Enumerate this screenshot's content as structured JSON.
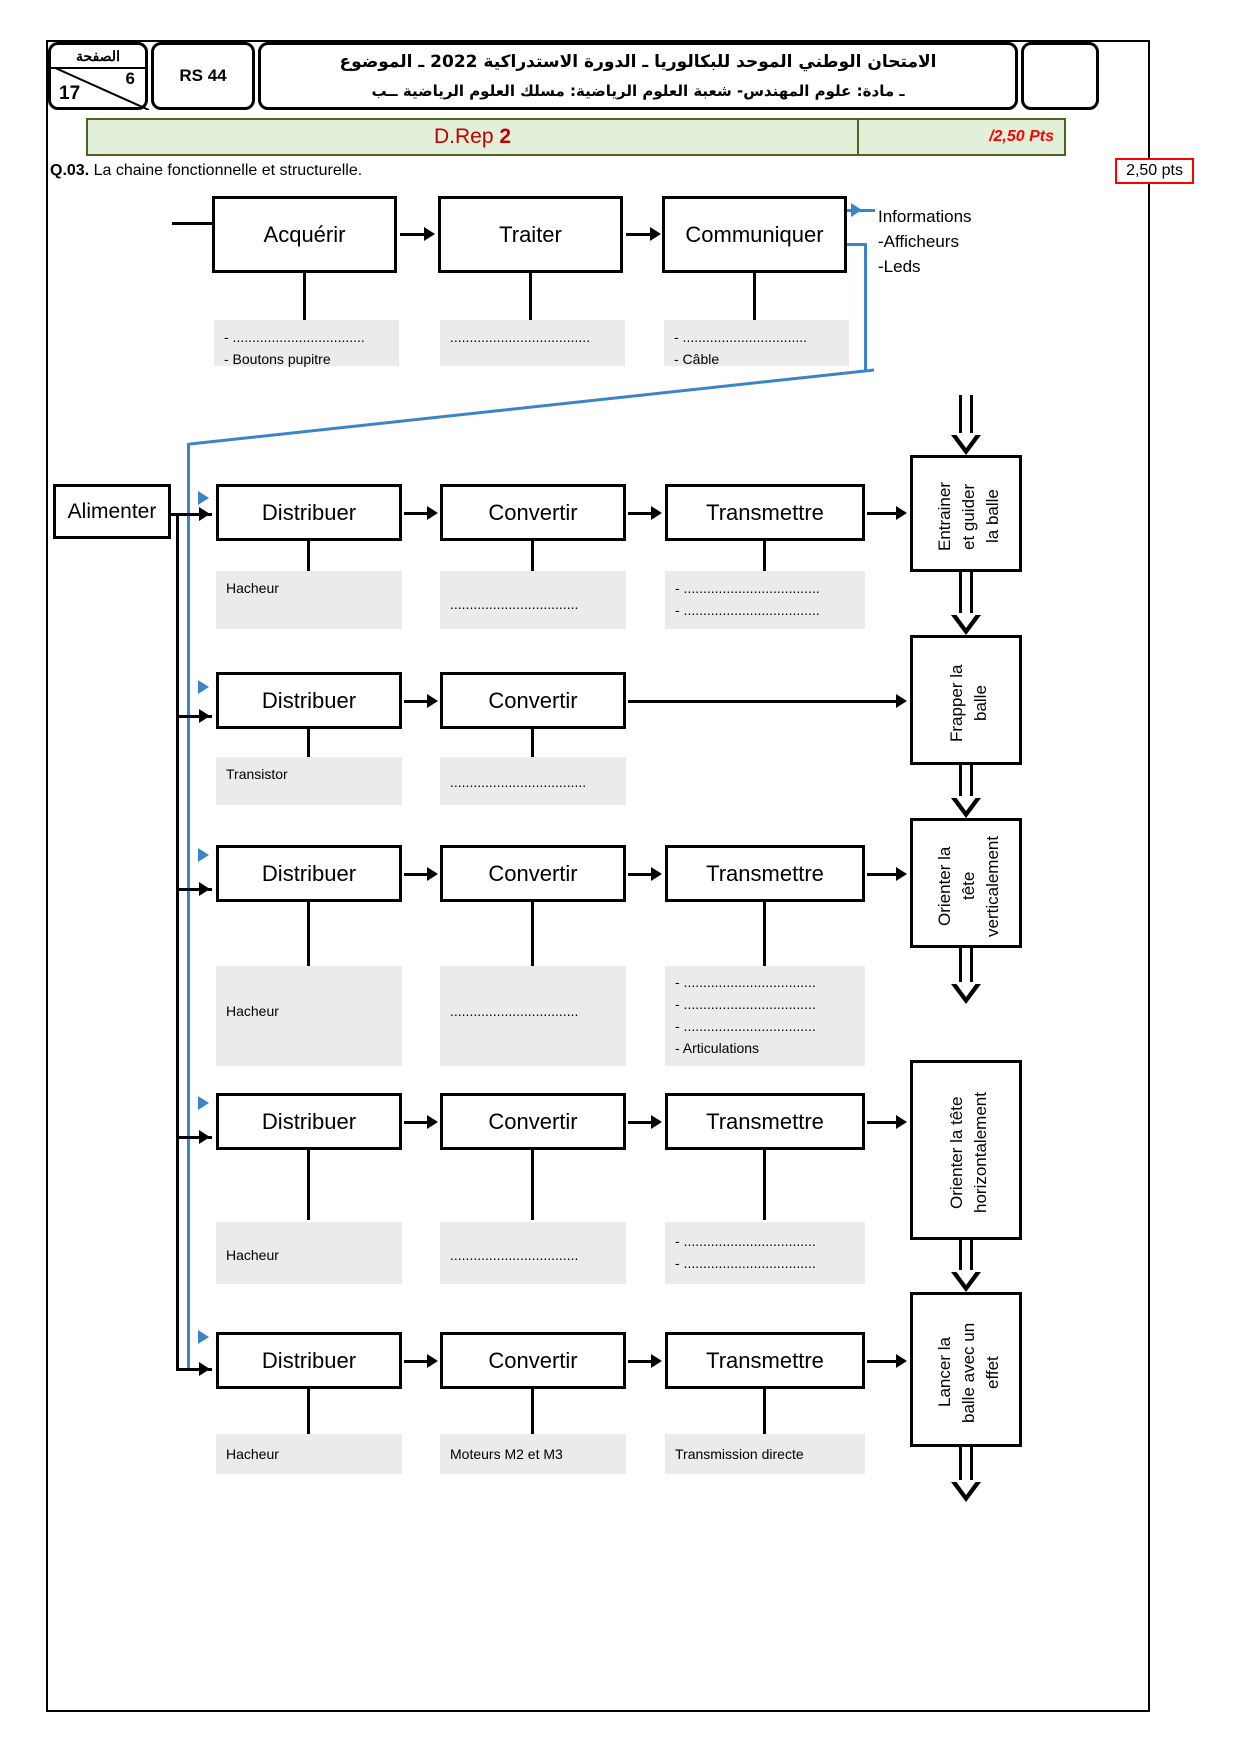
{
  "header": {
    "page_label": "الصفحة",
    "page_current": "6",
    "page_total": "17",
    "code": "RS 44",
    "title_line1": "الامتحان الوطني الموحد للبكالوريا ـ الدورة الاستدراكية 2022 ـ الموضوع",
    "title_line2": "ـ مادة: علوم المهندس- شعبة العلوم الرياضية: مسلك العلوم الرياضية ــب"
  },
  "band": {
    "label": "D.Rep",
    "number": "2",
    "points": "/2,50 Pts",
    "fill_color": "#e2efd9",
    "border_color": "#4f6228",
    "text_color": "#c00000",
    "points_color": "#ff0000"
  },
  "question": {
    "number": "Q.03.",
    "text": "La chaine fonctionnelle et structurelle.",
    "points": "2,50 pts",
    "points_border": "#ff0000"
  },
  "info_chain": {
    "blocks": [
      "Acquérir",
      "Traiter",
      "Communiquer"
    ],
    "output_title": "Informations",
    "output_items": [
      "-Afficheurs",
      "-Leds"
    ],
    "labels": [
      {
        "lines": [
          "- ..................................",
          "- Boutons pupitre"
        ]
      },
      {
        "lines": [
          "",
          "...................................."
        ]
      },
      {
        "lines": [
          "- ................................",
          "- Câble"
        ]
      }
    ]
  },
  "energy_chain": {
    "source": "Alimenter",
    "rows": [
      {
        "blocks": [
          "Distribuer",
          "Convertir",
          "Transmettre"
        ],
        "labels": [
          {
            "lines": [
              "Hacheur"
            ]
          },
          {
            "lines": [
              "................................."
            ]
          },
          {
            "lines": [
              "- ...................................",
              "- ..................................."
            ]
          }
        ],
        "output": "Entrainer\net guider\nla balle"
      },
      {
        "blocks": [
          "Distribuer",
          "Convertir"
        ],
        "labels": [
          {
            "lines": [
              "Transistor"
            ]
          },
          {
            "lines": [
              "..................................."
            ]
          }
        ],
        "output": "Frapper la\nballe"
      },
      {
        "blocks": [
          "Distribuer",
          "Convertir",
          "Transmettre"
        ],
        "labels": [
          {
            "lines": [
              "Hacheur"
            ]
          },
          {
            "lines": [
              "................................."
            ]
          },
          {
            "lines": [
              "- ..................................",
              "- ..................................",
              "- ..................................",
              "- Articulations"
            ]
          }
        ],
        "output": "Orienter la\ntête\nverticalement"
      },
      {
        "blocks": [
          "Distribuer",
          "Convertir",
          "Transmettre"
        ],
        "labels": [
          {
            "lines": [
              "Hacheur"
            ]
          },
          {
            "lines": [
              "................................."
            ]
          },
          {
            "lines": [
              "- ..................................",
              "- .................................."
            ]
          }
        ],
        "output": "Orienter la tête\nhorizontalement"
      },
      {
        "blocks": [
          "Distribuer",
          "Convertir",
          "Transmettre"
        ],
        "labels": [
          {
            "lines": [
              "Hacheur"
            ]
          },
          {
            "lines": [
              "Moteurs M2 et M3"
            ]
          },
          {
            "lines": [
              "Transmission directe"
            ]
          }
        ],
        "output": "Lancer la\nballe avec un\neffet"
      }
    ]
  },
  "colors": {
    "signal_blue": "#3c84c8",
    "label_gray": "#ebebeb"
  }
}
